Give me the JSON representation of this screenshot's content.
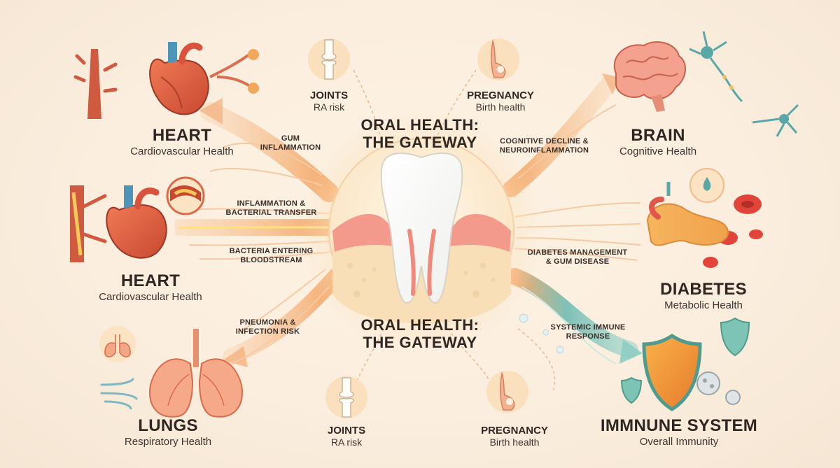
{
  "center": {
    "title_top_line1": "ORAL HEALTH:",
    "title_top_line2": "THE GATEWAY",
    "title_bottom_line1": "ORAL HEALTH:",
    "title_bottom_line2": "THE GATEWAY"
  },
  "nodes": {
    "heart_top": {
      "title": "HEART",
      "subtitle": "Cardiovascular Health"
    },
    "heart_mid": {
      "title": "HEART",
      "subtitle": "Cardiovascular Health"
    },
    "lungs": {
      "title": "LUNGS",
      "subtitle": "Respiratory Health"
    },
    "brain": {
      "title": "BRAIN",
      "subtitle": "Cognitive Health"
    },
    "diabetes": {
      "title": "DIABETES",
      "subtitle": "Metabolic Health"
    },
    "immune": {
      "title": "IMMNUNE SYSTEM",
      "subtitle": "Overall Immunity"
    },
    "joints_top": {
      "title": "JOINTS",
      "subtitle": "RA risk"
    },
    "joints_bottom": {
      "title": "JOINTS",
      "subtitle": "RA risk"
    },
    "pregnancy_top": {
      "title": "PREGNANCY",
      "subtitle": "Birth health"
    },
    "pregnancy_bottom": {
      "title": "PREGNANCY",
      "subtitle": "Birth health"
    }
  },
  "connections": {
    "gum_line1": "GUM",
    "gum_line2": "INFLAMMATION",
    "inflam_line1": "INFLAMMATION &",
    "inflam_line2": "BACTERIAL TRANSFER",
    "bact_line1": "BACTERIA ENTERING",
    "bact_line2": "BLOODSTREAM",
    "pneu_line1": "PNEUMONIA &",
    "pneu_line2": "INFECTION RISK",
    "cog_line1": "COGNITIVE DECLINE &",
    "cog_line2": "NEUROINFLAMMATION",
    "diab_line1": "DIABETES MANAGEMENT",
    "diab_line2": "& GUM DISEASE",
    "imm_line1": "SYSTEMIC IMMUNE",
    "imm_line2": "RESPONSE"
  },
  "colors": {
    "background": "#fbeede",
    "arrow_orange": "#f2a86a",
    "arrow_teal": "#5fb8b0",
    "heart_red": "#e0573f",
    "tooth_white": "#fffdf8",
    "gum_pink": "#f39a8c"
  },
  "icons": [
    "heart-icon",
    "artery-icon",
    "plaque-icon",
    "lungs-icon",
    "wind-icon",
    "brain-icon",
    "neuron-icon",
    "pancreas-icon",
    "blood-cell-icon",
    "shield-icon",
    "virus-icon",
    "knee-joint-icon",
    "pregnancy-icon",
    "tooth-icon"
  ]
}
